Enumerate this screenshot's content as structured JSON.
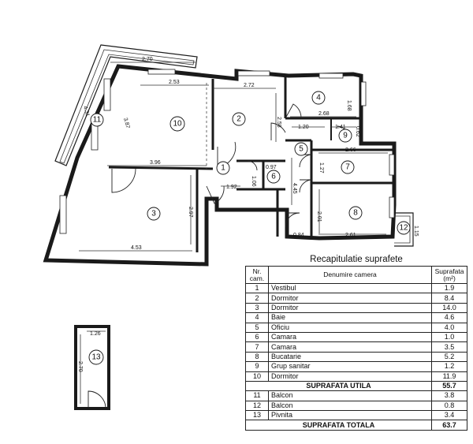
{
  "plan": {
    "rooms": [
      {
        "id": "1"
      },
      {
        "id": "2"
      },
      {
        "id": "3"
      },
      {
        "id": "4"
      },
      {
        "id": "5"
      },
      {
        "id": "6"
      },
      {
        "id": "7"
      },
      {
        "id": "8"
      },
      {
        "id": "9"
      },
      {
        "id": "10"
      },
      {
        "id": "11"
      },
      {
        "id": "12"
      },
      {
        "id": "13"
      }
    ],
    "dimensions": [
      "2.70",
      "2.53",
      "2.72",
      "1.68",
      "2.68",
      "1.20",
      "1.41",
      "0.62",
      "2.58",
      "4.31",
      "3.87",
      "3.96",
      "0.97",
      "1.06",
      "1.92",
      "4.45",
      "2.66",
      "1.27",
      "2.97",
      "2.01",
      "4.53",
      "0.84",
      "2.61",
      "1.15",
      "1.26",
      "2.70"
    ]
  },
  "summary": {
    "title": "Recapitulatie suprafete",
    "headers": {
      "nr": "Nr. cam.",
      "name": "Denumire camera",
      "area_label": "Suprafata",
      "area_unit": "(m²)"
    },
    "rows": [
      {
        "nr": "1",
        "name": "Vestibul",
        "area": "1.9"
      },
      {
        "nr": "2",
        "name": "Dormitor",
        "area": "8.4"
      },
      {
        "nr": "3",
        "name": "Dormitor",
        "area": "14.0"
      },
      {
        "nr": "4",
        "name": "Baie",
        "area": "4.6"
      },
      {
        "nr": "5",
        "name": "Oficiu",
        "area": "4.0"
      },
      {
        "nr": "6",
        "name": "Camara",
        "area": "1.0"
      },
      {
        "nr": "7",
        "name": "Camara",
        "area": "3.5"
      },
      {
        "nr": "8",
        "name": "Bucatarie",
        "area": "5.2"
      },
      {
        "nr": "9",
        "name": "Grup sanitar",
        "area": "1.2"
      },
      {
        "nr": "10",
        "name": "Dormitor",
        "area": "11.9"
      }
    ],
    "subtotal": {
      "label": "SUPRAFATA UTILA",
      "area": "55.7"
    },
    "rows2": [
      {
        "nr": "11",
        "name": "Balcon",
        "area": "3.8"
      },
      {
        "nr": "12",
        "name": "Balcon",
        "area": "0.8"
      },
      {
        "nr": "13",
        "name": "Pivnita",
        "area": "3.4"
      }
    ],
    "total": {
      "label": "SUPRAFATA TOTALA",
      "area": "63.7"
    }
  }
}
